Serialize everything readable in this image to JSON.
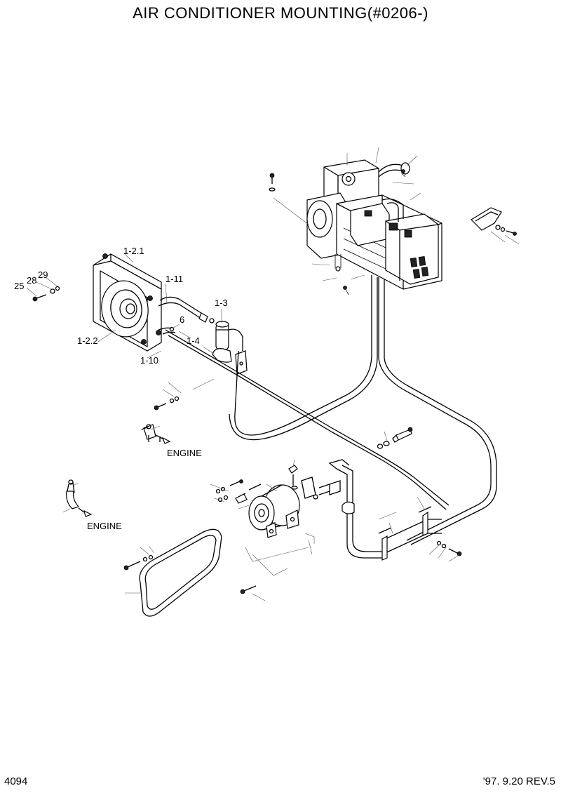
{
  "title": "AIR CONDITIONER MOUNTING(#0206-)",
  "page_number": "4094",
  "revision": "'97. 9.20  REV.5",
  "callouts": {
    "c_1_2_1": "1-2.1",
    "c_1_11": "1-11",
    "c_1_3": "1-3",
    "c_6": "6",
    "c_1_4": "1-4",
    "c_1_2_2": "1-2.2",
    "c_1_10": "1-10",
    "c_25": "25",
    "c_28": "28",
    "c_29": "29"
  },
  "annotations": {
    "engine_upper": "ENGINE",
    "engine_lower": "ENGINE"
  }
}
